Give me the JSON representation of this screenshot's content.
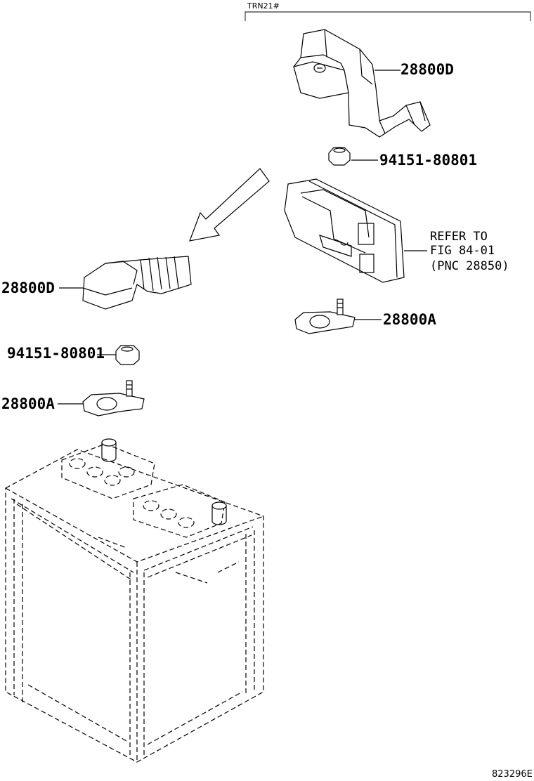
{
  "header": {
    "variant_code": "TRN21#"
  },
  "labels": {
    "cover_top": "28800D",
    "nut_top": "94151-80801",
    "refer_line1": "REFER TO",
    "refer_line2": "FIG 84-01",
    "refer_line3": "(PNC 28850)",
    "clamp_top": "28800A",
    "cover_left": "28800D",
    "nut_left": "94151-80801",
    "clamp_left": "28800A"
  },
  "footer": {
    "illustration_id": "823296E"
  }
}
